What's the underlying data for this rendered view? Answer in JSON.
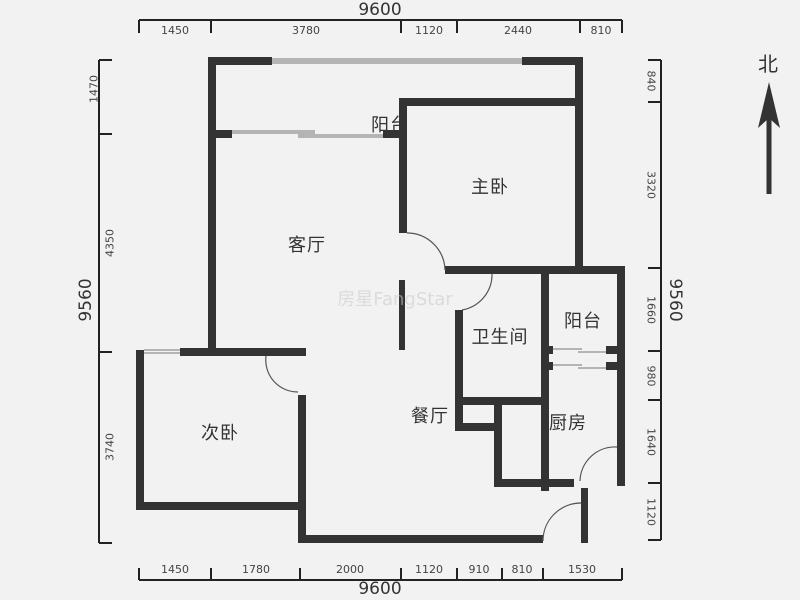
{
  "floorplan": {
    "top_dimensions": {
      "total": "9600",
      "segments": [
        "1450",
        "3780",
        "1120",
        "2440",
        "810"
      ]
    },
    "bottom_dimensions": {
      "total": "9600",
      "segments": [
        "1450",
        "1780",
        "2000",
        "1120",
        "910",
        "810",
        "1530"
      ]
    },
    "left_dimensions": {
      "total": "9560",
      "segments": [
        "1470",
        "4350",
        "3740"
      ]
    },
    "right_dimensions": {
      "total": "9560",
      "segments": [
        "840",
        "3320",
        "1660",
        "980",
        "1640",
        "1120"
      ]
    },
    "rooms": {
      "balcony_north": "阳台",
      "master_bedroom": "主卧",
      "living_room": "客厅",
      "bathroom": "卫生间",
      "balcony_east": "阳台",
      "dining_room": "餐厅",
      "kitchen": "厨房",
      "second_bedroom": "次卧"
    },
    "compass": {
      "label": "北",
      "icon": "north-arrow-icon"
    },
    "watermark": "房星FangStar"
  }
}
